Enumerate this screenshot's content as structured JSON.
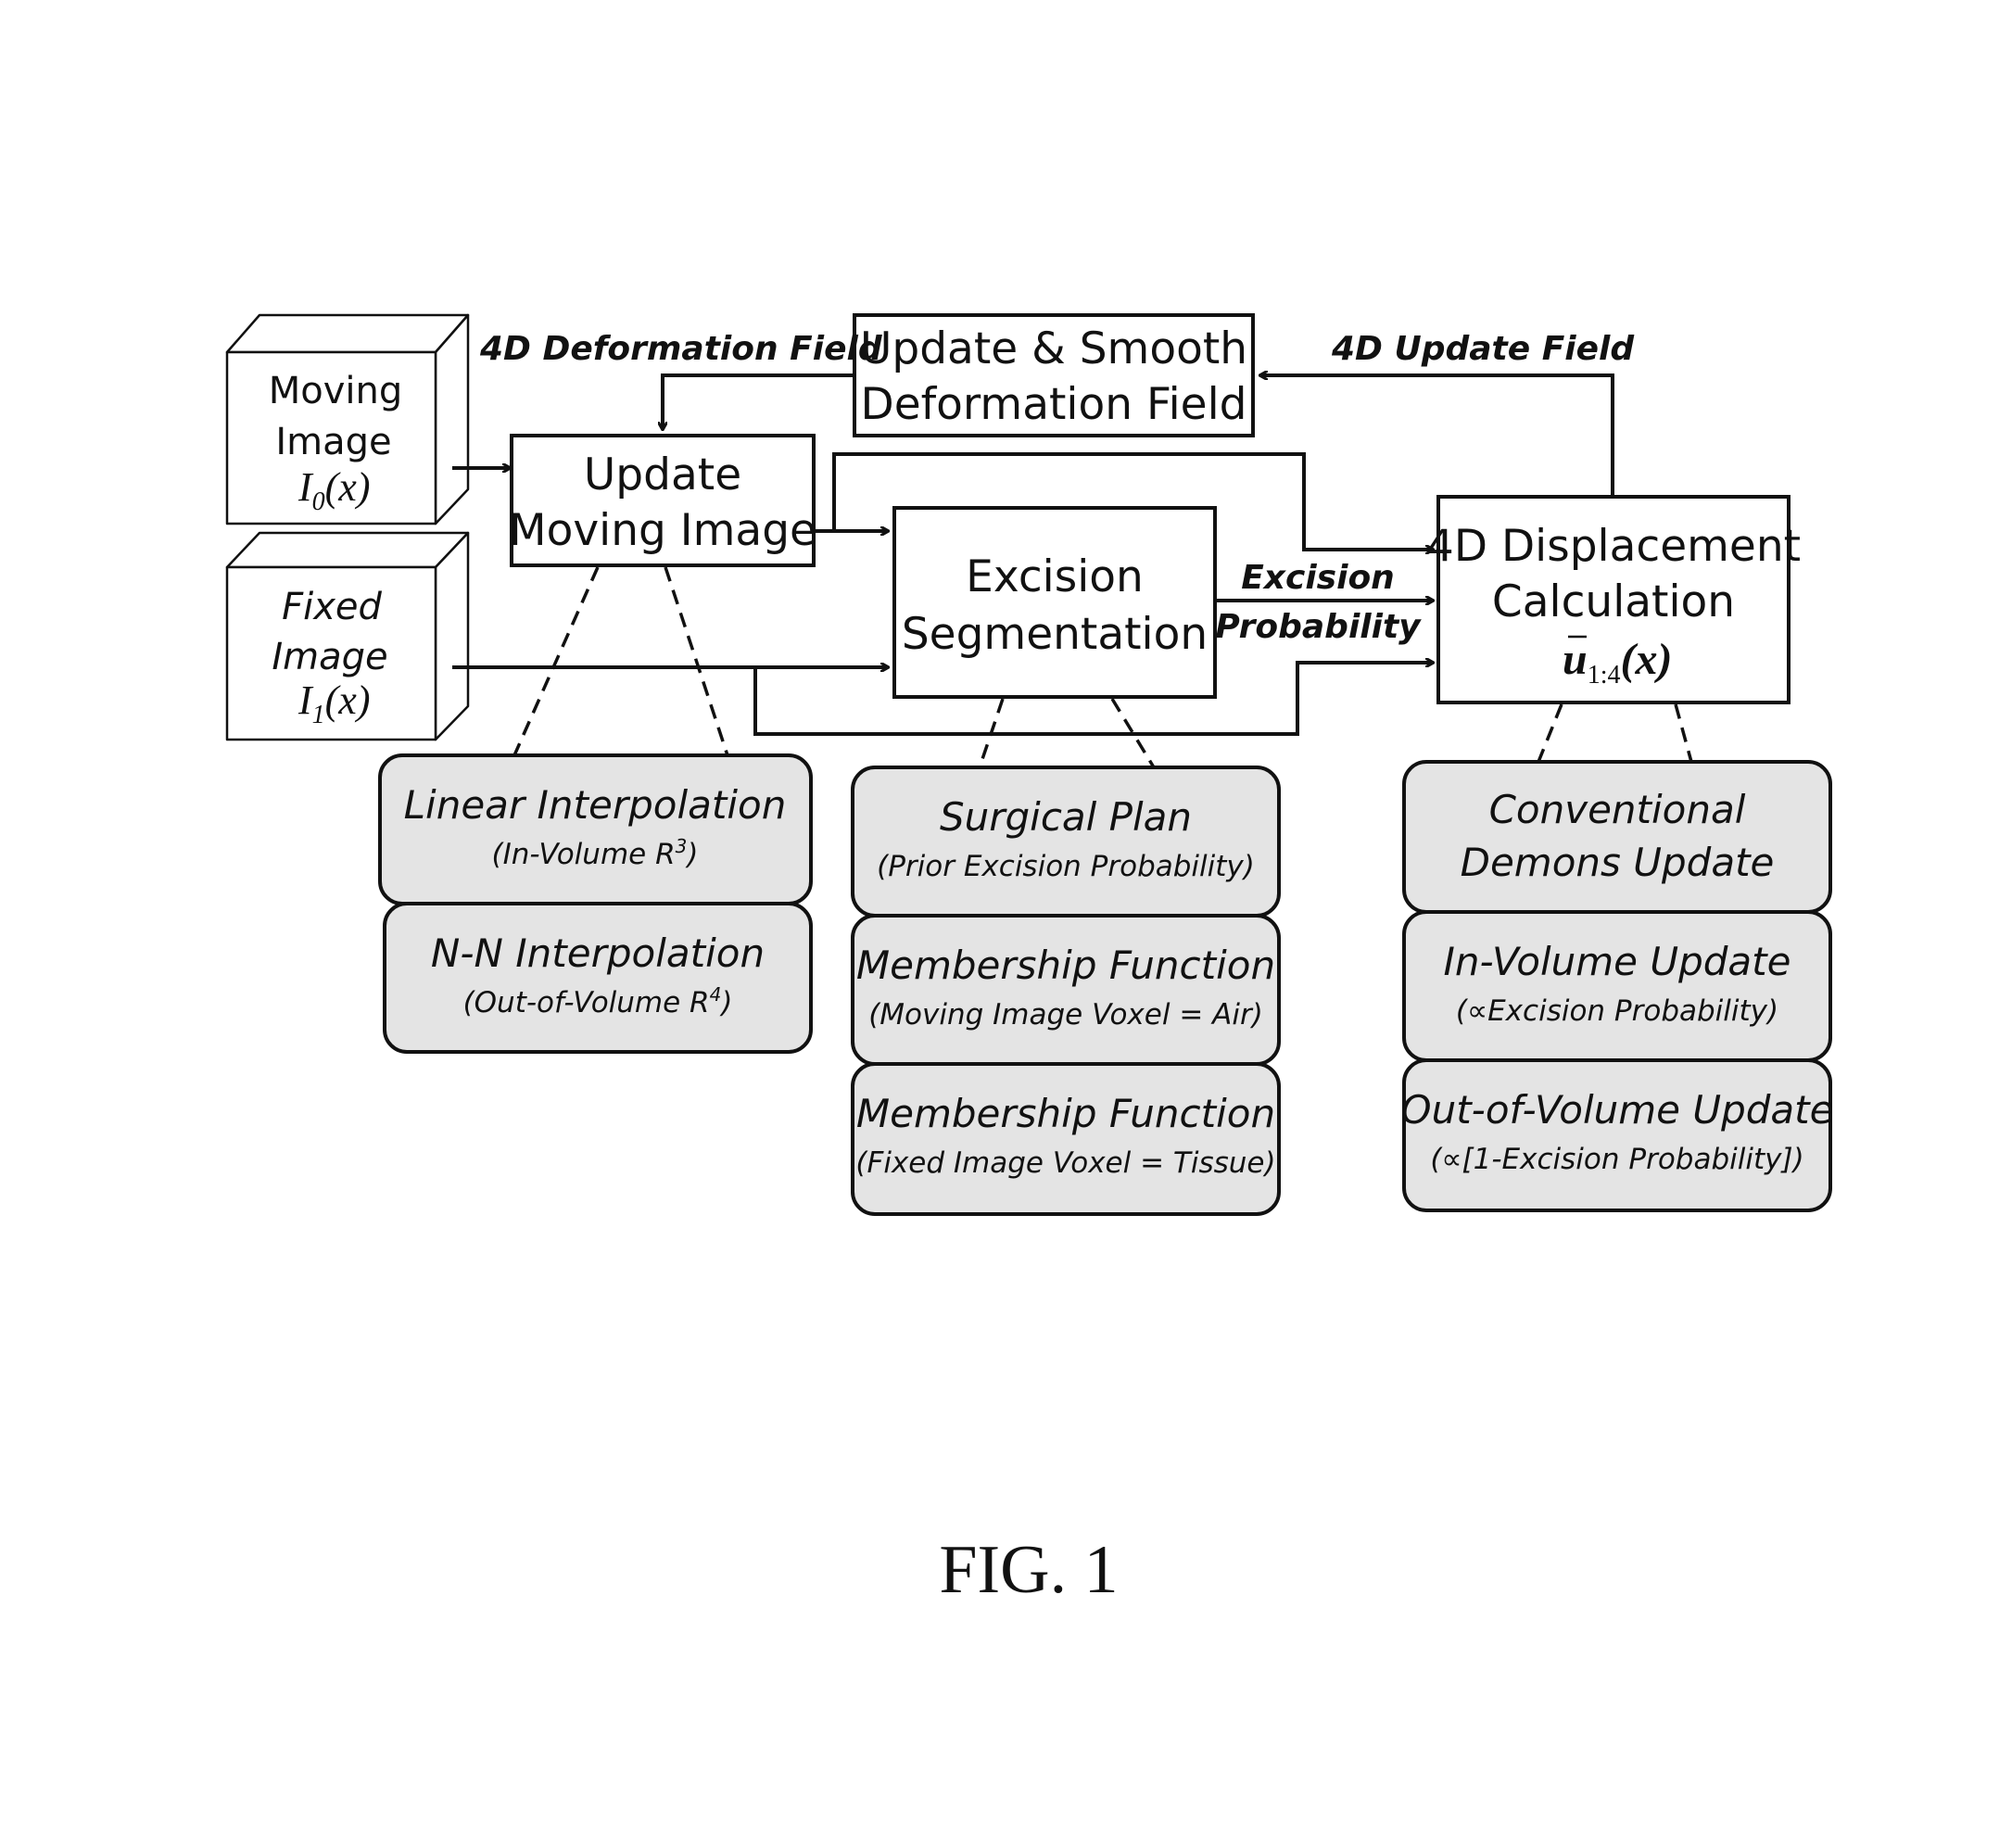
{
  "figure_label": "FIG. 1",
  "inputs": {
    "moving": {
      "line1": "Moving",
      "line2": "Image",
      "symbol": "I",
      "sub": "0",
      "arg": "(x)"
    },
    "fixed": {
      "line1": "Fixed",
      "line2": "Image",
      "symbol": "I",
      "sub": "1",
      "arg": "(x)"
    }
  },
  "boxes": {
    "update_moving": {
      "line1": "Update",
      "line2": "Moving Image"
    },
    "update_smooth": {
      "line1": "Update & Smooth",
      "line2": "Deformation Field"
    },
    "excision_seg": {
      "line1": "Excision",
      "line2": "Segmentation"
    },
    "displacement": {
      "line1": "4D Displacement",
      "line2": "Calculation",
      "symbol": "u",
      "sub": "1:4",
      "arg": "(x)"
    }
  },
  "edge_labels": {
    "deformation_field": "4D Deformation  Field",
    "update_field": "4D Update Field",
    "excision": "Excision",
    "probability": "Probability"
  },
  "detail_boxes": {
    "interp": [
      {
        "title": "Linear Interpolation",
        "sub": "(In-Volume R",
        "sup": "3",
        "sub_end": ")"
      },
      {
        "title": "N-N Interpolation",
        "sub": "(Out-of-Volume R",
        "sup": "4",
        "sub_end": ")"
      }
    ],
    "segmentation": [
      {
        "title": "Surgical Plan",
        "sub": "(Prior Excision Probability)"
      },
      {
        "title": "Membership Function",
        "sub": "(Moving Image Voxel = Air)"
      },
      {
        "title": "Membership Function",
        "sub": "(Fixed Image Voxel = Tissue)"
      }
    ],
    "displacement": [
      {
        "title": "Conventional",
        "title2": "Demons Update"
      },
      {
        "title": "In-Volume Update",
        "sub": "(∝Excision Probability)"
      },
      {
        "title": "Out-of-Volume Update",
        "sub": "(∝[1-Excision Probability])"
      }
    ]
  }
}
